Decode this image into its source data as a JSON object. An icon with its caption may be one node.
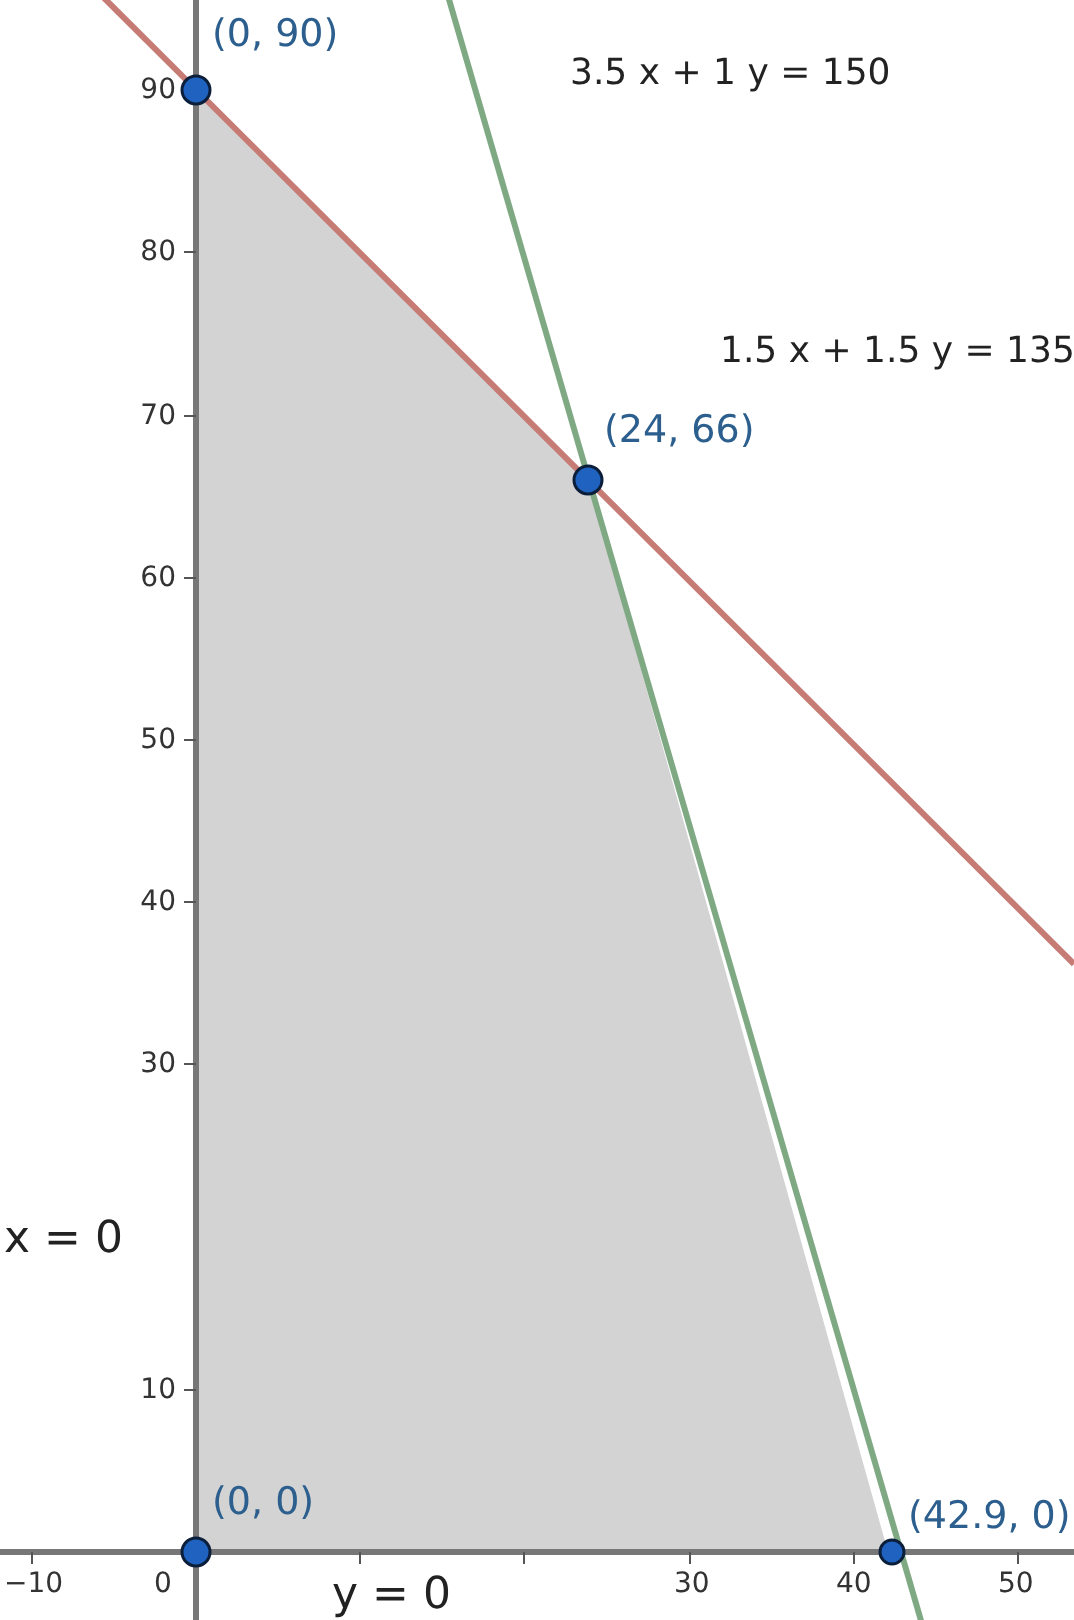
{
  "diagram": {
    "labels": [
      "(0, 90)",
      "3.5 x + 1 y = 150",
      "90",
      "80",
      "1.5 x + 1.5 y = 135",
      "70",
      "(24, 66)",
      "60",
      "50",
      "40",
      "30",
      "x = 0",
      "10",
      "(0, 0)",
      "(42.9, 0)",
      "−10",
      "0",
      "y = 0",
      "30",
      "40",
      "50"
    ]
  }
}
